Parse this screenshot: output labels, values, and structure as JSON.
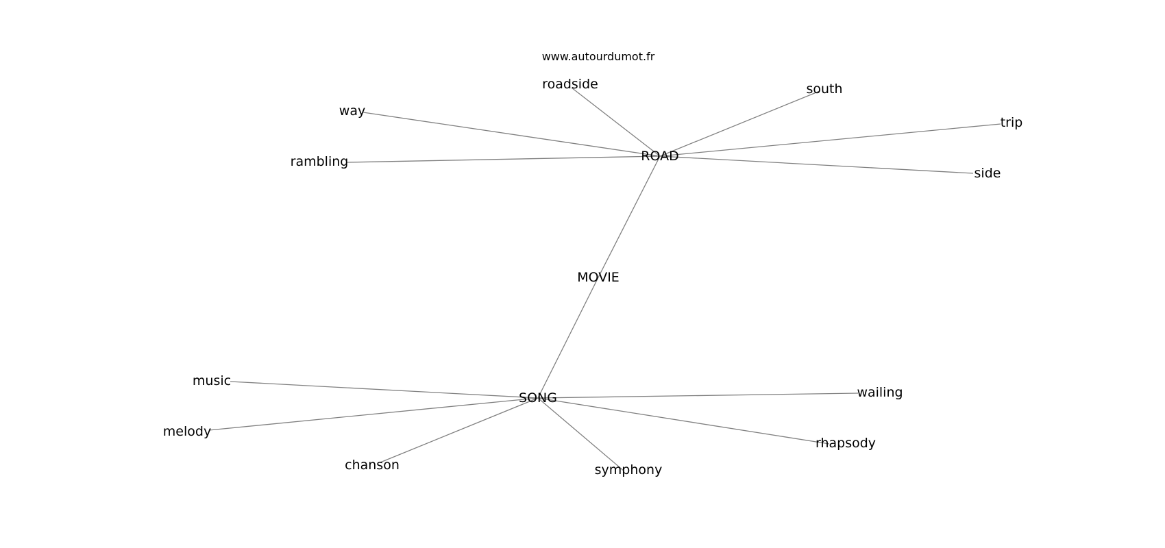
{
  "site_url": "www.autourdumot.fr",
  "center": "MOVIE",
  "hubs": [
    {
      "id": "road",
      "label": "ROAD",
      "neighbors": [
        {
          "id": "roadside",
          "label": "roadside"
        },
        {
          "id": "south",
          "label": "south"
        },
        {
          "id": "way",
          "label": "way"
        },
        {
          "id": "trip",
          "label": "trip"
        },
        {
          "id": "rambling",
          "label": "rambling"
        },
        {
          "id": "side",
          "label": "side"
        }
      ]
    },
    {
      "id": "song",
      "label": "SONG",
      "neighbors": [
        {
          "id": "music",
          "label": "music"
        },
        {
          "id": "wailing",
          "label": "wailing"
        },
        {
          "id": "melody",
          "label": "melody"
        },
        {
          "id": "rhapsody",
          "label": "rhapsody"
        },
        {
          "id": "chanson",
          "label": "chanson"
        },
        {
          "id": "symphony",
          "label": "symphony"
        }
      ]
    }
  ]
}
